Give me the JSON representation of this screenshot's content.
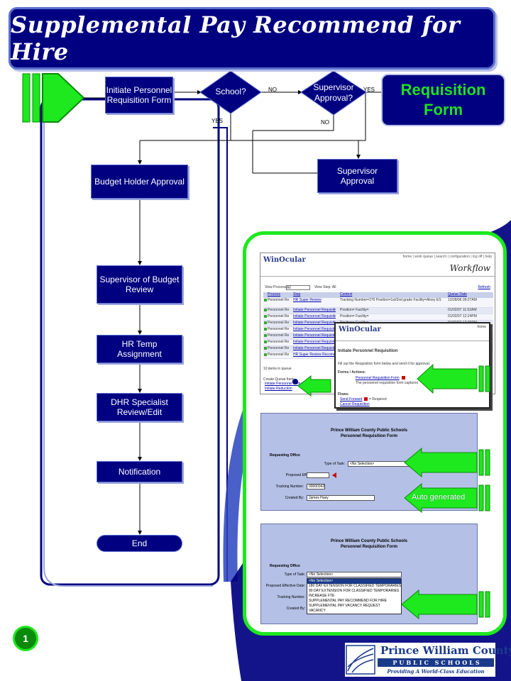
{
  "title": "Supplemental Pay Recommend for Hire",
  "requisition_label": "Requisition\nForm",
  "flow": {
    "initiate": "Initiate Personnel\nRequisition Form",
    "school": "School?",
    "supervisor_approval_q": "Supervisor\nApproval?",
    "supervisor_approval": "Supervisor\nApproval",
    "budget_holder": "Budget Holder Approval",
    "supervisor_budget": "Supervisor of Budget\nReview",
    "hr_temp": "HR Temp\nAssignment",
    "dhr_specialist": "DHR Specialist\nReview/Edit",
    "notification": "Notification",
    "end": "End",
    "labels": {
      "no1": "NO",
      "yes1": "YES",
      "no2": "NO",
      "yes2": "YES"
    }
  },
  "workflow_shot": {
    "logo": "WinOcular",
    "heading": "Workflow",
    "nav": "home | work queue | search | configuration | log off | help",
    "view_process": "View Process:",
    "view_process_value": "All",
    "view_step": "View Step: All",
    "refresh": "Refresh",
    "columns": [
      "Process",
      "Step",
      "Context",
      "Queue Date"
    ],
    "rows": [
      [
        "Personnel Req",
        "HR Super Review",
        "Tracking Number=276 Position=1st/2nd grade Facility=Alney ES",
        "12/28/06 09:27AM"
      ],
      [
        "Personnel Req",
        "Initiate Personnel Requisition",
        "Position= Facility=",
        "01/02/07 11:52AM"
      ],
      [
        "Personnel Req",
        "Initiate Personnel Requisition",
        "Position= Facility=",
        "01/02/07 12:24PM"
      ],
      [
        "Personnel Req",
        "Initiate Personnel Requisition",
        "Position= Facility=",
        "01/02/07 12:26PM"
      ],
      [
        "Personnel Req",
        "Initiate Personnel Requisition",
        "",
        ""
      ],
      [
        "Personnel Req",
        "Initiate Personnel Requisition",
        "",
        ""
      ],
      [
        "Personnel Req",
        "Initiate Personnel Requisition",
        "",
        ""
      ],
      [
        "Personnel Req",
        "Initiate Personnel Requisition",
        "",
        ""
      ],
      [
        "Personnel Req",
        "HR Super Review Recommend",
        "",
        ""
      ]
    ],
    "items_in_queue": "10 items in queue",
    "create_queue": "Create Queue Item:",
    "create_links": [
      "Initiate Personnel Requisition",
      "Initiate Reduction"
    ]
  },
  "popup_shot": {
    "logo": "WinOcular",
    "nav": "home",
    "heading": "Initiate Personnel Requisition",
    "instruction": "Fill out the Requisition form below and send it for approval.",
    "forms_actions": "Forms / Actions:",
    "form_link": "Personnel Requisition Form",
    "form_desc": "The personnel requisition form captures",
    "flows": "Flows:",
    "send_forward": "Send Forward",
    "required": "= Required",
    "cancel": "Cancel Requisition"
  },
  "form1": {
    "title": "Prince William County Public Schools\nPersonnel Requisition Form",
    "section": "Requesting Office",
    "type_label": "Type of Task:",
    "type_value": "<No Selection>",
    "date_label": "Proposed Effective Date:",
    "tracking_label": "Tracking Number:",
    "tracking_value": "00000342",
    "created_label": "Created By:",
    "created_value": "James Huey",
    "auto_generated": "Auto generated"
  },
  "form2": {
    "title": "Prince William County Public Schools\nPersonnel Requisition Form",
    "section": "Requesting Office",
    "type_label": "Type of Task:",
    "type_value": "<No Selection>",
    "date_label": "Proposed Effective Date:",
    "tracking_label": "Tracking Number:",
    "created_label": "Created By:",
    "options": [
      "<No Selection>",
      "180 DAY EXTENSION FOR CLASSIFIED TEMPORARIES",
      "90 DAY EXTENSION FOR CLASSIFIED TEMPORARIES",
      "INCREASE FTE",
      "SUPPLEMENTAL PAY RECOMMEND FOR HIRE",
      "SUPPLEMENTAL PAY VACANCY REQUEST",
      "VACANCY"
    ]
  },
  "page_number": "1",
  "logo": {
    "line1": "Prince William County",
    "line2": "PUBLIC SCHOOLS",
    "tagline": "Providing A World-Class Education"
  },
  "colors": {
    "navy": "#000080",
    "green": "#1ee81e",
    "dark_green": "#0a8a0a"
  }
}
